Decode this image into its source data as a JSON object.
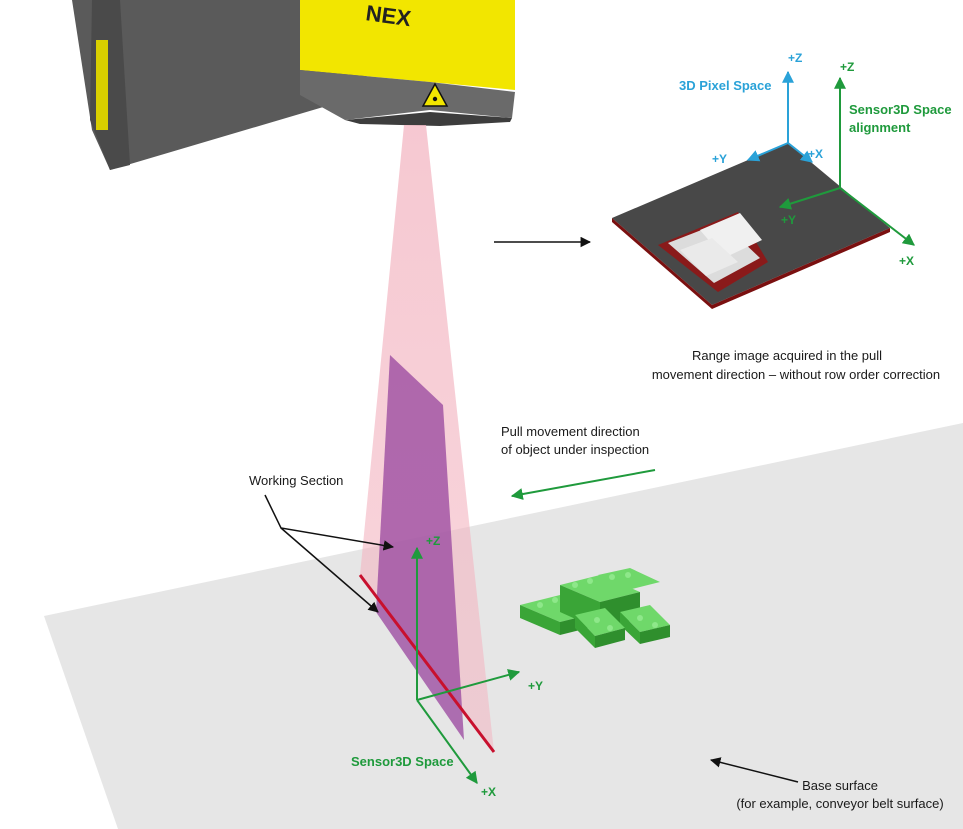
{
  "colors": {
    "sensor_green": "#1f9a3c",
    "pixel_blue": "#2aa2d8",
    "laser_pink": "#f3b6c2",
    "section_purple": "#9b4aa0",
    "edge_red": "#c8102e",
    "camera_yellow": "#f2e600",
    "camera_gray": "#5a5a5a",
    "surface_gray": "#e6e6e6",
    "brick_green": "#4fc24a"
  },
  "icons": {
    "laser": "laser-warning-icon"
  },
  "camera": {
    "brand_text": "NEX"
  },
  "range_image": {
    "pixel_space_title": "3D Pixel Space",
    "sensor_space_title_line1": "Sensor3D Space",
    "sensor_space_title_line2": "alignment",
    "pixel_axes": {
      "z": "+Z",
      "y": "+Y",
      "x": "+X"
    },
    "sensor_axes": {
      "z": "+Z",
      "y": "+Y",
      "x": "+X"
    },
    "caption_line1": "Range image acquired in the pull",
    "caption_line2": "movement direction – without row order correction"
  },
  "scene": {
    "movement_line1": "Pull movement direction",
    "movement_line2": "of object under inspection",
    "working_section": "Working Section",
    "sensor_space": "Sensor3D Space",
    "axes": {
      "z": "+Z",
      "y": "+Y",
      "x": "+X"
    },
    "base_surface_line1": "Base surface",
    "base_surface_line2": "(for example, conveyor belt surface)"
  }
}
